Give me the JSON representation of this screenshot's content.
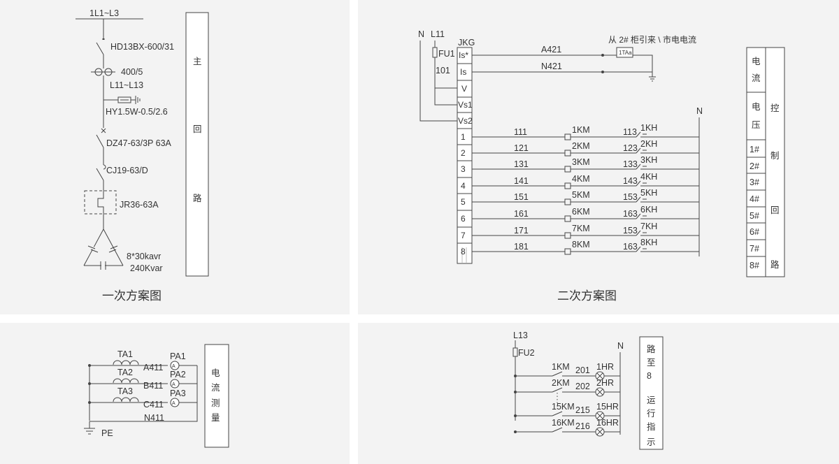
{
  "primary": {
    "bus_label": "1L1~L3",
    "breaker_label": "HD13BX-600/31",
    "ct_label": "400/5",
    "line_label": "L11~L13",
    "arrester_label": "HY1.5W-0.5/2.6",
    "mcb_label": "DZ47-63/3P 63A",
    "contactor_label": "CJ19-63/D",
    "relay_label": "JR36-63A",
    "cap_label_1": "8*30kavr",
    "cap_label_2": "240Kvar",
    "side_box": [
      "主",
      "回",
      "路"
    ],
    "caption": "一次方案图"
  },
  "secondary": {
    "n_label": "N",
    "l11_label": "L11",
    "fuse_label": "FU1",
    "wire_101": "101",
    "controller_label": "JKG",
    "inputs": [
      "Is*",
      "Is",
      "V",
      "Vs1",
      "Vs2"
    ],
    "a421": "A421",
    "n421": "N421",
    "ct_note": "从 2# 柜引来 \\ 市电电流",
    "ct_box": "1TAa",
    "n_right": "N",
    "rows": [
      {
        "num": "1",
        "w1": "111",
        "km": "1KM",
        "w2": "113",
        "kh": "1KH"
      },
      {
        "num": "2",
        "w1": "121",
        "km": "2KM",
        "w2": "123",
        "kh": "2KH"
      },
      {
        "num": "3",
        "w1": "131",
        "km": "3KM",
        "w2": "133",
        "kh": "3KH"
      },
      {
        "num": "4",
        "w1": "141",
        "km": "4KM",
        "w2": "143",
        "kh": "4KH"
      },
      {
        "num": "5",
        "w1": "151",
        "km": "5KM",
        "w2": "153",
        "kh": "5KH"
      },
      {
        "num": "6",
        "w1": "161",
        "km": "6KM",
        "w2": "163",
        "kh": "6KH"
      },
      {
        "num": "7",
        "w1": "171",
        "km": "7KM",
        "w2": "153",
        "kh": "7KH"
      },
      {
        "num": "8",
        "w1": "181",
        "km": "8KM",
        "w2": "163",
        "kh": "8KH"
      }
    ],
    "side_left": [
      "电",
      "流",
      "电",
      "压",
      "1#",
      "2#",
      "3#",
      "4#",
      "5#",
      "6#",
      "7#",
      "8#"
    ],
    "side_right": [
      "控",
      "制",
      "回",
      "路"
    ],
    "caption": "二次方案图"
  },
  "measure": {
    "rows": [
      {
        "ta": "TA1",
        "wire": "A411",
        "pa": "PA1"
      },
      {
        "ta": "TA2",
        "wire": "B411",
        "pa": "PA2"
      },
      {
        "ta": "TA3",
        "wire": "C411",
        "pa": "PA3"
      }
    ],
    "meter_symbol": "A",
    "n_wire": "N411",
    "pe_label": "PE",
    "side_box": [
      "电",
      "流",
      "测",
      "量"
    ]
  },
  "indicator": {
    "l13": "L13",
    "fuse": "FU2",
    "n_label": "N",
    "rows": [
      {
        "km": "1KM",
        "wire": "201",
        "hr": "1HR"
      },
      {
        "km": "2KM",
        "wire": "202",
        "hr": "2HR"
      },
      {
        "km": "15KM",
        "wire": "215",
        "hr": "15HR"
      },
      {
        "km": "16KM",
        "wire": "216",
        "hr": "16HR"
      }
    ],
    "side_box": [
      "路",
      "至",
      "8",
      "运",
      "行",
      "指",
      "示"
    ]
  }
}
